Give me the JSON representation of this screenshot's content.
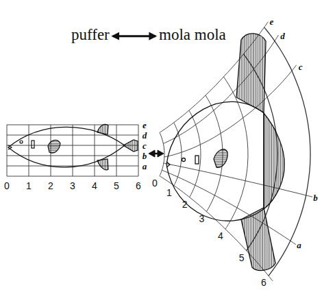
{
  "diagram": {
    "nodes": [
      {
        "text": [
          "puffer"
        ]
      },
      {
        "text": [
          "mola mola"
        ]
      }
    ],
    "edges": [
      {
        "from": 0,
        "to": 1,
        "arrow": "both"
      }
    ],
    "labels": [
      "e",
      "d",
      "c",
      "b",
      "a",
      "0",
      "1",
      "2",
      "3",
      "4",
      "5",
      "6",
      "e",
      "d",
      "c",
      "b",
      "a",
      "0",
      "1",
      "2",
      "3",
      "4",
      "5",
      "6"
    ]
  }
}
